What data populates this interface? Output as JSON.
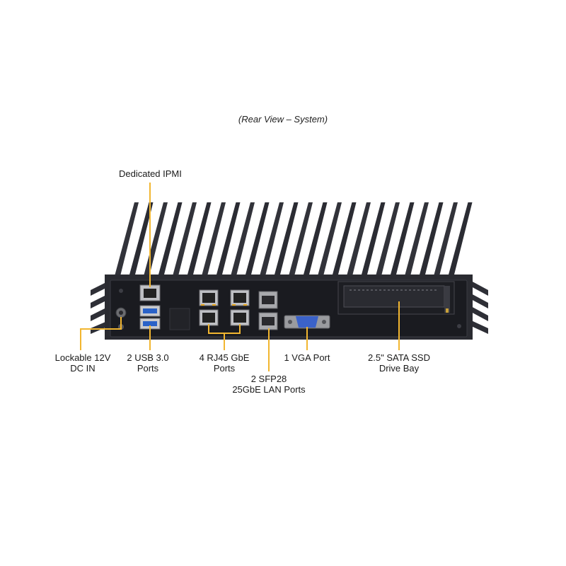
{
  "caption": "(Rear View – System)",
  "colors": {
    "callout": "#f2b630",
    "chassis": "#26272d",
    "panel": "#1a1b20",
    "fin": "#2e2f36"
  },
  "labels": {
    "ipmi": "Dedicated IPMI",
    "dc_line1": "Lockable 12V",
    "dc_line2": "DC IN",
    "usb_line1": "2 USB 3.0",
    "usb_line2": "Ports",
    "rj45_line1": "4 RJ45 GbE",
    "rj45_line2": "Ports",
    "sfp_line1": "2 SFP28",
    "sfp_line2": "25GbE LAN Ports",
    "vga": "1 VGA Port",
    "ssd_line1": "2.5\" SATA SSD",
    "ssd_line2": "Drive Bay"
  }
}
